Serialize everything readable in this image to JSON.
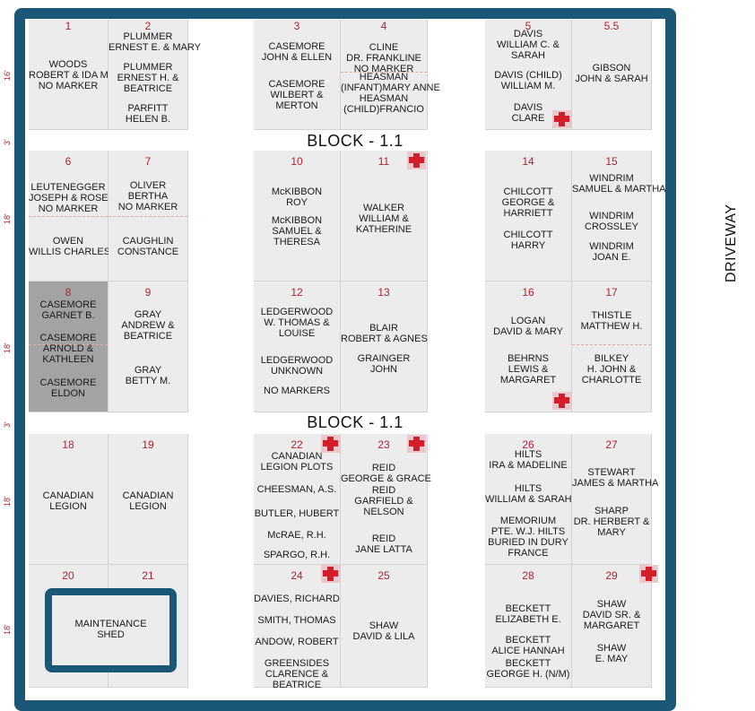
{
  "blocks": [
    "BLOCK - 1.1",
    "BLOCK - 1.1"
  ],
  "driveway": "DRIVEWAY",
  "dimensions": {
    "row1": "16'",
    "gap1": "3'",
    "row2": "18'",
    "row3": "18'",
    "gap2": "3'",
    "row4": "18'",
    "row5": "18'"
  },
  "shed": {
    "label": [
      "MAINTENANCE",
      "SHED"
    ]
  },
  "plots": [
    {
      "num": "1",
      "groups": [
        {
          "lines": [
            "WOODS",
            "ROBERT & IDA MAY",
            "NO MARKER"
          ]
        }
      ]
    },
    {
      "num": "2",
      "groups": [
        {
          "lines": [
            "PLUMMER",
            "ERNEST E. & MARY"
          ]
        },
        {
          "lines": [
            "PLUMMER",
            "ERNEST H. &",
            "BEATRICE"
          ]
        },
        {
          "lines": [
            "PARFITT",
            "HELEN B."
          ]
        }
      ]
    },
    {
      "num": "3",
      "groups": [
        {
          "lines": [
            "CASEMORE",
            "JOHN & ELLEN"
          ]
        },
        {
          "lines": [
            "CASEMORE",
            "WILBERT &",
            "MERTON"
          ]
        }
      ]
    },
    {
      "num": "4",
      "groups": [
        {
          "lines": [
            "CLINE",
            "DR. FRANKLINE",
            "NO MARKER"
          ]
        },
        {
          "lines": [
            "HEASMAN",
            "(INFANT)MARY ANNE",
            "HEASMAN",
            "(CHILD)FRANCIO"
          ]
        }
      ]
    },
    {
      "num": "5",
      "groups": [
        {
          "lines": [
            "DAVIS",
            "WILLIAM C. &",
            "SARAH"
          ]
        },
        {
          "lines": [
            "DAVIS (CHILD)",
            "WILLIAM M."
          ]
        },
        {
          "lines": [
            "DAVIS",
            "CLARE"
          ]
        }
      ]
    },
    {
      "num": "5.5",
      "groups": [
        {
          "lines": [
            "GIBSON",
            "JOHN & SARAH"
          ]
        }
      ]
    },
    {
      "num": "6",
      "groups": [
        {
          "lines": [
            "LEUTENEGGER",
            "JOSEPH & ROSE",
            "NO MARKER"
          ]
        },
        {
          "lines": [
            "OWEN",
            "WILLIS CHARLES"
          ]
        }
      ]
    },
    {
      "num": "7",
      "groups": [
        {
          "lines": [
            "OLIVER",
            "BERTHA",
            "NO MARKER"
          ]
        },
        {
          "lines": [
            "CAUGHLIN",
            "CONSTANCE"
          ]
        }
      ]
    },
    {
      "num": "10",
      "groups": [
        {
          "lines": [
            "McKIBBON",
            "ROY"
          ]
        },
        {
          "lines": [
            "McKIBBON",
            "SAMUEL &",
            "THERESA"
          ]
        }
      ]
    },
    {
      "num": "11",
      "groups": [
        {
          "lines": [
            "WALKER",
            "WILLIAM &",
            "KATHERINE"
          ]
        }
      ]
    },
    {
      "num": "14",
      "groups": [
        {
          "lines": [
            "CHILCOTT",
            "GEORGE &",
            "HARRIETT"
          ]
        },
        {
          "lines": [
            "CHILCOTT",
            "HARRY"
          ]
        }
      ]
    },
    {
      "num": "15",
      "groups": [
        {
          "lines": [
            "WINDRIM",
            "SAMUEL & MARTHA"
          ]
        },
        {
          "lines": [
            "WINDRIM",
            "CROSSLEY"
          ]
        },
        {
          "lines": [
            "WINDRIM",
            "JOAN E."
          ]
        }
      ]
    },
    {
      "num": "8",
      "groups": [
        {
          "lines": [
            "CASEMORE",
            "GARNET B."
          ]
        },
        {
          "lines": [
            "CASEMORE",
            "ARNOLD &",
            "KATHLEEN"
          ]
        },
        {
          "lines": [
            "CASEMORE",
            "ELDON"
          ]
        }
      ]
    },
    {
      "num": "9",
      "groups": [
        {
          "lines": [
            "GRAY",
            "ANDREW &",
            "BEATRICE"
          ]
        },
        {
          "lines": [
            "GRAY",
            "BETTY M."
          ]
        }
      ]
    },
    {
      "num": "12",
      "groups": [
        {
          "lines": [
            "LEDGERWOOD",
            "W. THOMAS &",
            "LOUISE"
          ]
        },
        {
          "lines": [
            "LEDGERWOOD",
            "UNKNOWN"
          ]
        },
        {
          "lines": [
            "NO MARKERS"
          ]
        }
      ]
    },
    {
      "num": "13",
      "groups": [
        {
          "lines": [
            "BLAIR",
            "ROBERT & AGNES"
          ]
        },
        {
          "lines": [
            "GRAINGER",
            "JOHN"
          ]
        }
      ]
    },
    {
      "num": "16",
      "groups": [
        {
          "lines": [
            "LOGAN",
            "DAVID & MARY"
          ]
        },
        {
          "lines": [
            "BEHRNS",
            "LEWIS &",
            "MARGARET"
          ]
        }
      ]
    },
    {
      "num": "17",
      "groups": [
        {
          "lines": [
            "THISTLE",
            "MATTHEW H."
          ]
        },
        {
          "lines": [
            "BILKEY",
            "H. JOHN &",
            "CHARLOTTE"
          ]
        }
      ]
    },
    {
      "num": "18",
      "groups": [
        {
          "lines": [
            "CANADIAN",
            "LEGION"
          ]
        }
      ]
    },
    {
      "num": "19",
      "groups": [
        {
          "lines": [
            "CANADIAN",
            "LEGION"
          ]
        }
      ]
    },
    {
      "num": "22",
      "groups": [
        {
          "lines": [
            "CANADIAN",
            "LEGION PLOTS"
          ]
        },
        {
          "lines": [
            "CHEESMAN, A.S."
          ]
        },
        {
          "lines": [
            "BUTLER, HUBERT"
          ]
        },
        {
          "lines": [
            "McRAE, R.H."
          ]
        },
        {
          "lines": [
            "SPARGO, R.H."
          ]
        }
      ]
    },
    {
      "num": "23",
      "groups": [
        {
          "lines": [
            "REID",
            "GEORGE & GRACE"
          ]
        },
        {
          "lines": [
            "REID",
            "GARFIELD &",
            "NELSON"
          ]
        },
        {
          "lines": [
            "REID",
            "JANE LATTA"
          ]
        }
      ]
    },
    {
      "num": "26",
      "groups": [
        {
          "lines": [
            "HILTS",
            "IRA & MADELINE"
          ]
        },
        {
          "lines": [
            "HILTS",
            "WILLIAM & SARAH"
          ]
        },
        {
          "lines": [
            "MEMORIUM",
            "PTE. W.J. HILTS",
            "BURIED IN DURY",
            "FRANCE"
          ]
        }
      ]
    },
    {
      "num": "27",
      "groups": [
        {
          "lines": [
            "STEWART",
            "JAMES & MARTHA"
          ]
        },
        {
          "lines": [
            "SHARP",
            "DR. HERBERT &",
            "MARY"
          ]
        }
      ]
    },
    {
      "num": "20",
      "groups": []
    },
    {
      "num": "21",
      "groups": []
    },
    {
      "num": "24",
      "groups": [
        {
          "lines": [
            "DAVIES, RICHARD"
          ]
        },
        {
          "lines": [
            "SMITH, THOMAS"
          ]
        },
        {
          "lines": [
            "ANDOW, ROBERT"
          ]
        },
        {
          "lines": [
            "GREENSIDES",
            "CLARENCE &",
            "BEATRICE"
          ]
        }
      ]
    },
    {
      "num": "25",
      "groups": [
        {
          "lines": [
            "SHAW",
            "DAVID & LILA"
          ]
        }
      ]
    },
    {
      "num": "28",
      "groups": [
        {
          "lines": [
            "BECKETT",
            "ELIZABETH E."
          ]
        },
        {
          "lines": [
            "BECKETT",
            "ALICE HANNAH"
          ]
        },
        {
          "lines": [
            "BECKETT",
            "GEORGE H. (N/M)"
          ]
        }
      ]
    },
    {
      "num": "29",
      "groups": [
        {
          "lines": [
            "SHAW",
            "DAVID SR. &",
            "MARGARET"
          ]
        },
        {
          "lines": [
            "SHAW",
            "E. MAY"
          ]
        }
      ]
    }
  ]
}
